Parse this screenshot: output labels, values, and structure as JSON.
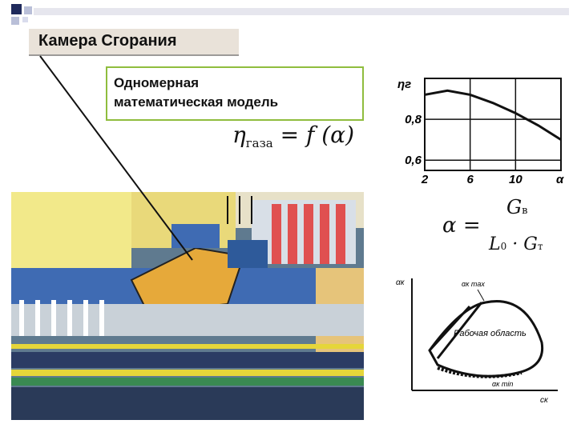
{
  "slide": {
    "title": "Камера Сгорания",
    "model_line1": "Одномерная",
    "model_line2": "математическая модель"
  },
  "formula_main": {
    "lhs_symbol": "η",
    "lhs_subscript": "газа",
    "rhs": "= f (α)"
  },
  "formula_alpha": {
    "lhs": "α =",
    "numerator": "G",
    "numerator_sub": "в",
    "denominator": "L",
    "denominator_sub0": "0",
    "denominator_mid": " · G",
    "denominator_sub": "т"
  },
  "chart_data": [
    {
      "type": "line",
      "title": "",
      "ylabel": "ηг",
      "xlabel": "α",
      "x_ticks": [
        "2",
        "6",
        "10"
      ],
      "y_ticks": [
        "0,8",
        "0,6"
      ],
      "xlim": [
        2,
        14
      ],
      "ylim": [
        0.55,
        1.0
      ],
      "grid": true,
      "x": [
        2,
        4,
        6,
        8,
        10,
        12,
        14
      ],
      "y": [
        0.92,
        0.94,
        0.92,
        0.88,
        0.83,
        0.77,
        0.7
      ]
    },
    {
      "type": "area",
      "ylabel": "αк",
      "xlabel": "cк",
      "annotations": [
        "αк max",
        "Рабочая область",
        "αк min"
      ]
    }
  ],
  "colors": {
    "title_bg": "#e9e2d9",
    "model_border": "#8fbd3e",
    "bullet_dark": "#1f2a5c"
  },
  "icons": [
    "engine-cutaway-drawing"
  ]
}
